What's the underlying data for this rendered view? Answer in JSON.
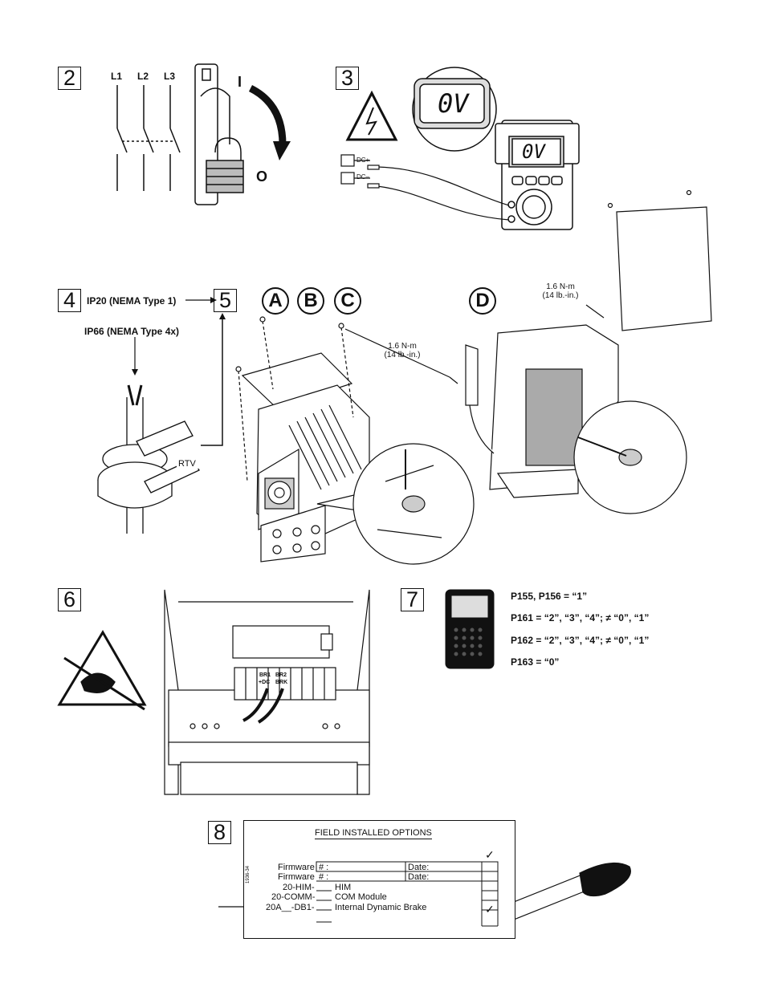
{
  "steps": {
    "s2": "2",
    "s3": "3",
    "s4": "4",
    "s5": "5",
    "s6": "6",
    "s7": "7",
    "s8": "8"
  },
  "step2": {
    "l1": "L1",
    "l2": "L2",
    "l3": "L3",
    "on": "I",
    "off": "O"
  },
  "step3": {
    "display_large": "0V",
    "display_meter": "0V",
    "dc_plus": "DC+",
    "dc_minus": "DC–"
  },
  "step4": {
    "ip20": "IP20 (NEMA Type 1)",
    "ip66": "IP66 (NEMA Type 4x)",
    "rtv": "RTV",
    "torque": "1.6 N-m\n(14 lb.-in.)",
    "letters": [
      "A",
      "B",
      "C",
      "D"
    ],
    "torque_d": "1.6 N-m\n(14 lb.-in.)"
  },
  "step6": {
    "br1": "BR1",
    "br2": "BR2",
    "dc": "+DC",
    "brk": "BRK"
  },
  "step7": {
    "params": [
      "P155, P156 = “1”",
      "P161 = “2”, “3”, “4”; ≠ “0”, “1”",
      "P162 = “2”, “3”, “4”; ≠ “0”, “1”",
      "P163 = “0”"
    ]
  },
  "step8": {
    "title": "FIELD INSTALLED OPTIONS",
    "check_header": "✓",
    "fw1_label": "Firmware",
    "fw1_num": "# :",
    "fw1_date": "Date:",
    "fw2_label": "Firmware",
    "fw2_num": "# :",
    "fw2_date": "Date:",
    "him_code": "20-HIM-",
    "him_desc": "HIM",
    "comm_code": "20-COMM-",
    "comm_desc": "COM Module",
    "db_code": "20A__-DB1-",
    "db_desc": "Internal Dynamic Brake",
    "db_check": "✓",
    "side_code": "1936-34"
  }
}
